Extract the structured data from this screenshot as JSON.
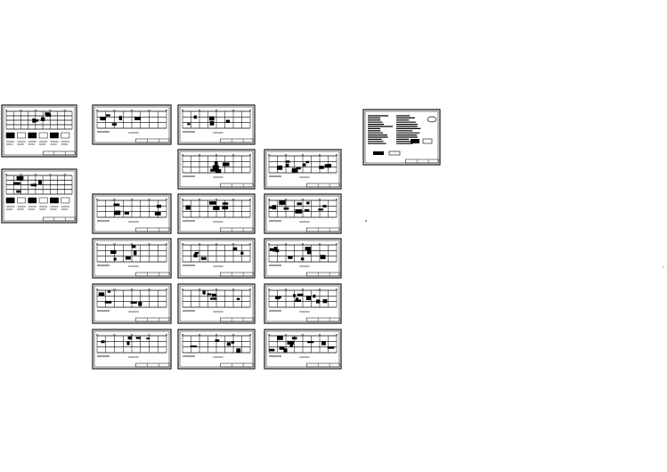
{
  "canvas": {
    "background": "#ffffff",
    "ink": "#000000"
  },
  "sheet_groups": [
    {
      "group": "left-column",
      "count": 2,
      "kind": "structural-detail"
    },
    {
      "group": "column-2",
      "count": 5,
      "kind": "floor-plan"
    },
    {
      "group": "column-3",
      "count": 6,
      "kind": "floor-plan"
    },
    {
      "group": "column-4",
      "count": 5,
      "kind": "reinforcement-plan"
    },
    {
      "group": "right",
      "count": 1,
      "kind": "design-notes"
    }
  ]
}
